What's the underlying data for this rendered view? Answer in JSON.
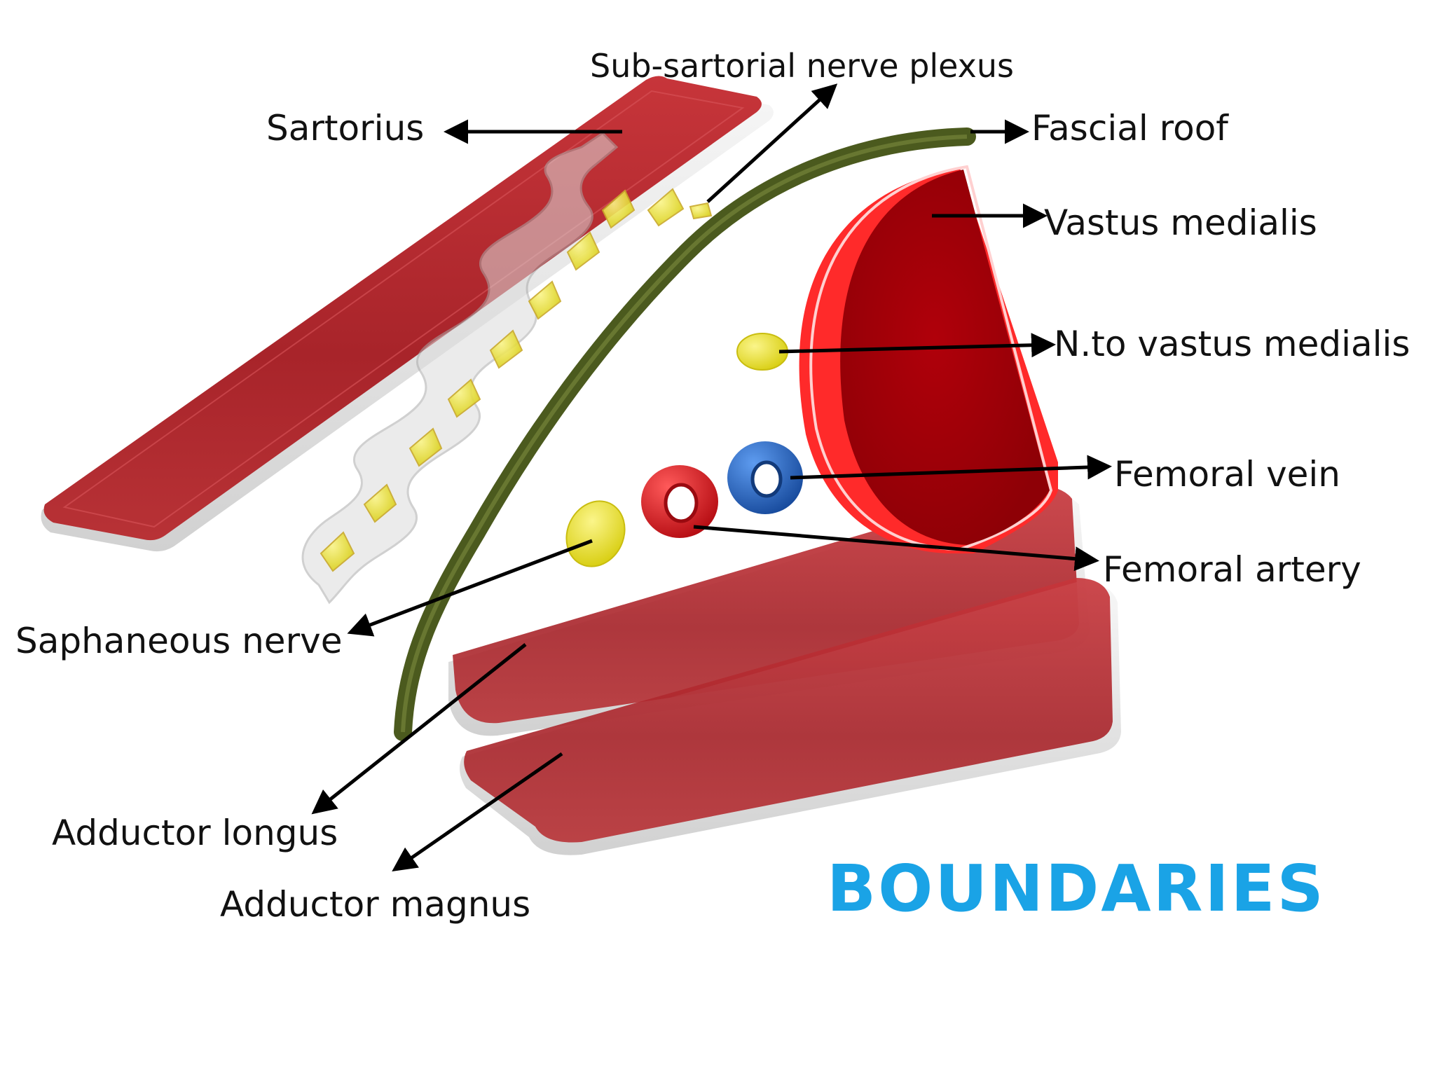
{
  "title": "BOUNDARIES",
  "colors": {
    "title": "#1aa3e6",
    "muscle": "#b3262b",
    "muscle_dark": "#8a1217",
    "vastus": "#a50006",
    "vastus_edge": "#ff2a2a",
    "fascia": "#4b5a1e",
    "nerve": "#e8e22e",
    "artery": "#d4141a",
    "vein": "#1f5fbf",
    "plexus": "#f0c440",
    "arrow": "#000000"
  },
  "labels": {
    "sub_sartorial_plexus": "Sub-sartorial nerve plexus",
    "sartorius": "Sartorius",
    "fascial_roof": "Fascial roof",
    "vastus_medialis": "Vastus medialis",
    "n_to_vastus_medialis": "N.to vastus medialis",
    "femoral_vein": "Femoral vein",
    "femoral_artery": "Femoral artery",
    "saphenous_nerve": "Saphaneous nerve",
    "adductor_longus": "Adductor longus",
    "adductor_magnus": "Adductor magnus"
  }
}
